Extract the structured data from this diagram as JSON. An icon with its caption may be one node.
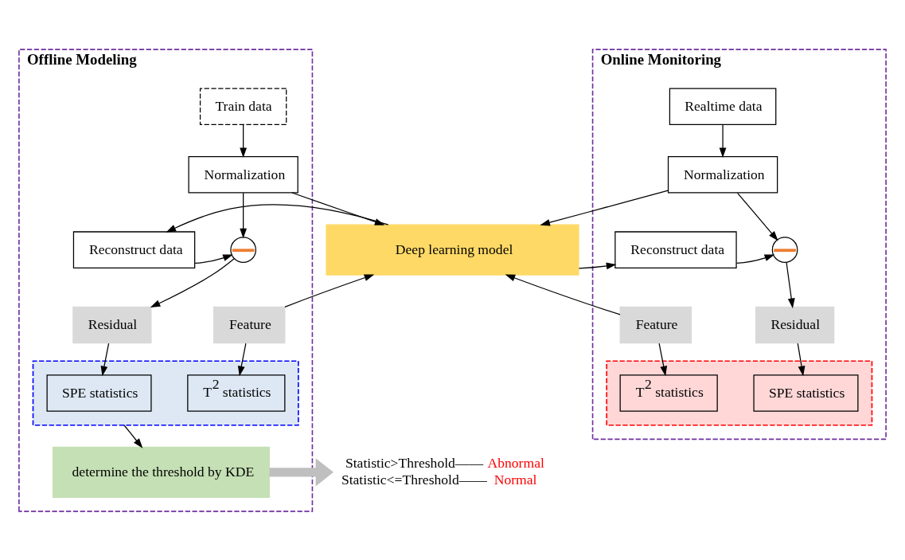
{
  "diagram": {
    "nodes": [
      {
        "text": [
          "Offline Modeling"
        ]
      },
      {
        "text": [
          "Train data"
        ],
        "in": 0
      },
      {
        "text": [
          "Normalization"
        ],
        "in": 0
      },
      {
        "text": [],
        "shape": "circle",
        "in": 0
      },
      {
        "text": [
          "Reconstruct data"
        ],
        "in": 0
      },
      {
        "text": [
          "Residual"
        ],
        "in": 0
      },
      {
        "text": [
          "Feature"
        ],
        "in": 0
      },
      {
        "text": [],
        "shape": "box",
        "in": 0
      },
      {
        "text": [
          "SPE statistics"
        ],
        "in": 7
      },
      {
        "text": [
          "T$^{2}$ statistics"
        ],
        "in": 7
      },
      {
        "text": [
          "determine the threshold by KDE"
        ],
        "in": 0
      },
      {
        "text": [
          "Online Monitoring"
        ]
      },
      {
        "text": [
          "Realtime data"
        ],
        "in": 11
      },
      {
        "text": [
          "Normalization"
        ],
        "in": 11
      },
      {
        "text": [
          "Reconstruct data"
        ],
        "in": 11
      },
      {
        "text": [],
        "shape": "circle",
        "in": 11
      },
      {
        "text": [
          "Feature"
        ],
        "in": 11
      },
      {
        "text": [
          "Residual"
        ],
        "in": 11
      },
      {
        "text": [],
        "shape": "box",
        "in": 11
      },
      {
        "text": [
          "T$^{2}$ statistics"
        ],
        "in": 18
      },
      {
        "text": [
          "SPE statistics"
        ],
        "in": 18
      },
      {
        "text": [
          "Deep learning model"
        ]
      },
      {
        "text": [
          "Statistic>Threshold——",
          "Abnormal",
          "Statistic<=Threshold——",
          "Normal"
        ]
      }
    ],
    "edges": [
      {
        "from": 1,
        "to": 2,
        "arrow": "to"
      },
      {
        "from": 2,
        "to": 3,
        "arrow": "to"
      },
      {
        "from": 2,
        "to": 21,
        "arrow": "to"
      },
      {
        "from": 21,
        "to": 4,
        "arrow": "to"
      },
      {
        "from": 4,
        "to": 3,
        "arrow": "to"
      },
      {
        "from": 3,
        "to": 5,
        "arrow": "to"
      },
      {
        "from": 6,
        "to": 21,
        "arrow": "to"
      },
      {
        "from": 5,
        "to": 8,
        "arrow": "to"
      },
      {
        "from": 6,
        "to": 9,
        "arrow": "to"
      },
      {
        "from": 7,
        "to": 10,
        "arrow": "to"
      },
      {
        "from": 10,
        "to": 22,
        "arrow": "to",
        "style": "thick",
        "color": "#bfbfbf"
      },
      {
        "from": 12,
        "to": 13,
        "arrow": "to"
      },
      {
        "from": 13,
        "to": 15,
        "arrow": "to"
      },
      {
        "from": 13,
        "to": 21,
        "arrow": "to"
      },
      {
        "from": 21,
        "to": 14,
        "arrow": "to"
      },
      {
        "from": 14,
        "to": 15,
        "arrow": "to"
      },
      {
        "from": 15,
        "to": 17,
        "arrow": "to"
      },
      {
        "from": 16,
        "to": 21,
        "arrow": "to"
      },
      {
        "from": 16,
        "to": 19,
        "arrow": "to"
      },
      {
        "from": 17,
        "to": 20,
        "arrow": "to"
      }
    ]
  }
}
